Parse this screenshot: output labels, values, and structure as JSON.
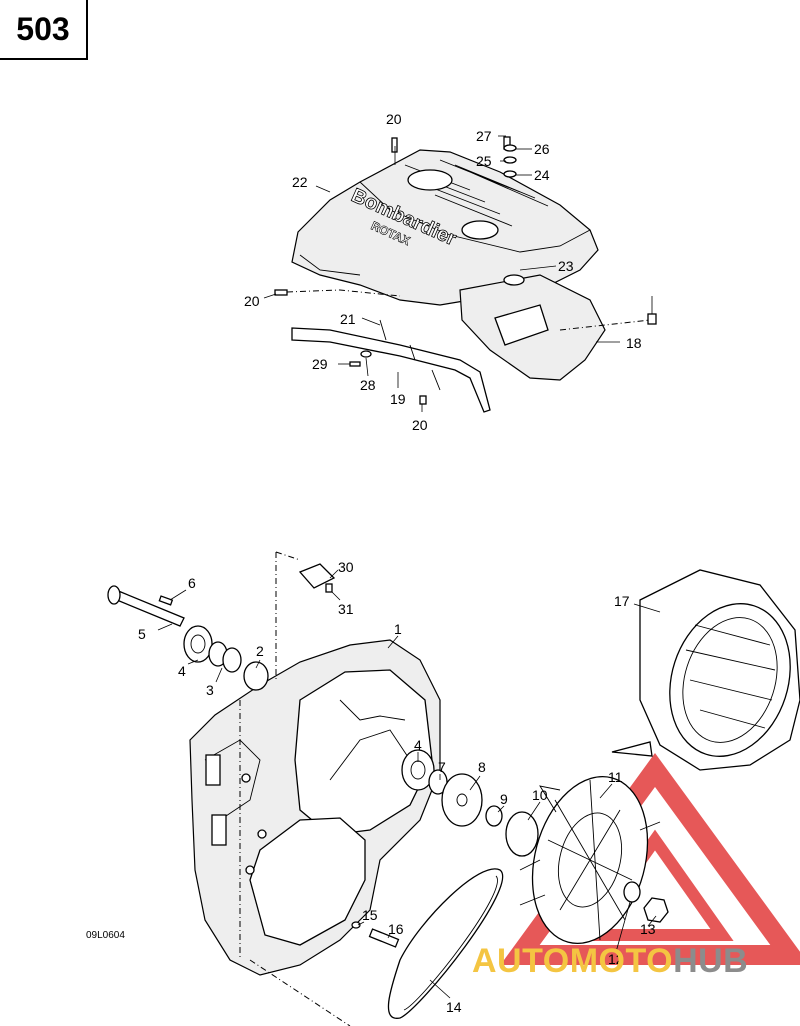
{
  "page_number": "503",
  "reference_code": "09L0604",
  "brand_on_cover": "Bombardier",
  "brand_sub_on_cover": "ROTAX",
  "watermark": {
    "part1": "AUTOMOTO",
    "part2": "HUB",
    "color1": "#f4c542",
    "color2": "#8c8c8c",
    "logo_color": "#e23b3b"
  },
  "callouts": [
    "20",
    "27",
    "26",
    "25",
    "24",
    "22",
    "23",
    "20",
    "21",
    "18",
    "29",
    "28",
    "19",
    "20",
    "30",
    "31",
    "6",
    "5",
    "4",
    "3",
    "2",
    "1",
    "17",
    "4",
    "7",
    "8",
    "9",
    "10",
    "11",
    "15",
    "16",
    "12",
    "13",
    "14"
  ]
}
